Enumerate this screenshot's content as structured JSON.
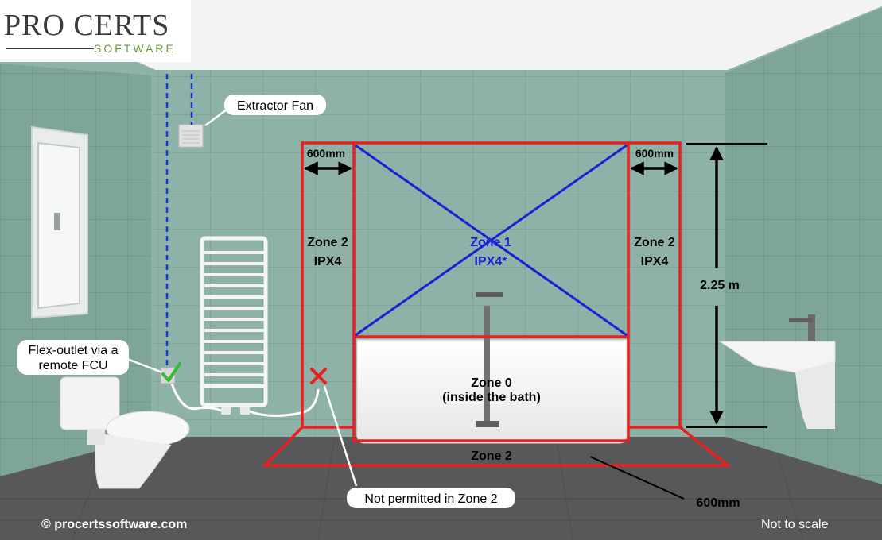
{
  "logo": {
    "main": "PRO CERTS",
    "sub": "SOFTWARE"
  },
  "labels": {
    "extractor_fan": "Extractor Fan",
    "flex_outlet_line1": "Flex-outlet via a",
    "flex_outlet_line2": "remote FCU",
    "not_permitted": "Not permitted in Zone 2"
  },
  "zones": {
    "left_width": "600mm",
    "right_width": "600mm",
    "zone2_left_name": "Zone 2",
    "zone2_left_rating": "IPX4",
    "zone1_name": "Zone 1",
    "zone1_rating": "IPX4*",
    "zone2_right_name": "Zone 2",
    "zone2_right_rating": "IPX4",
    "zone0_name": "Zone 0",
    "zone0_note": "(inside the bath)",
    "zone2_floor_name": "Zone 2",
    "height": "2.25 m",
    "floor_offset": "600mm"
  },
  "footer": {
    "copyright": "© procertssoftware.com",
    "scale_note": "Not to scale"
  },
  "colors": {
    "zone_boundary": "#e8201f",
    "zone1": "#1a22d6",
    "wiring": "#1a35d8",
    "wall_tile": "#8fb2a8",
    "floor": "#58585a",
    "check": "#2fbf2f",
    "cross": "#e8201f"
  },
  "icons": {
    "check": "check-icon",
    "cross": "cross-icon",
    "arrow": "double-arrow-icon"
  }
}
